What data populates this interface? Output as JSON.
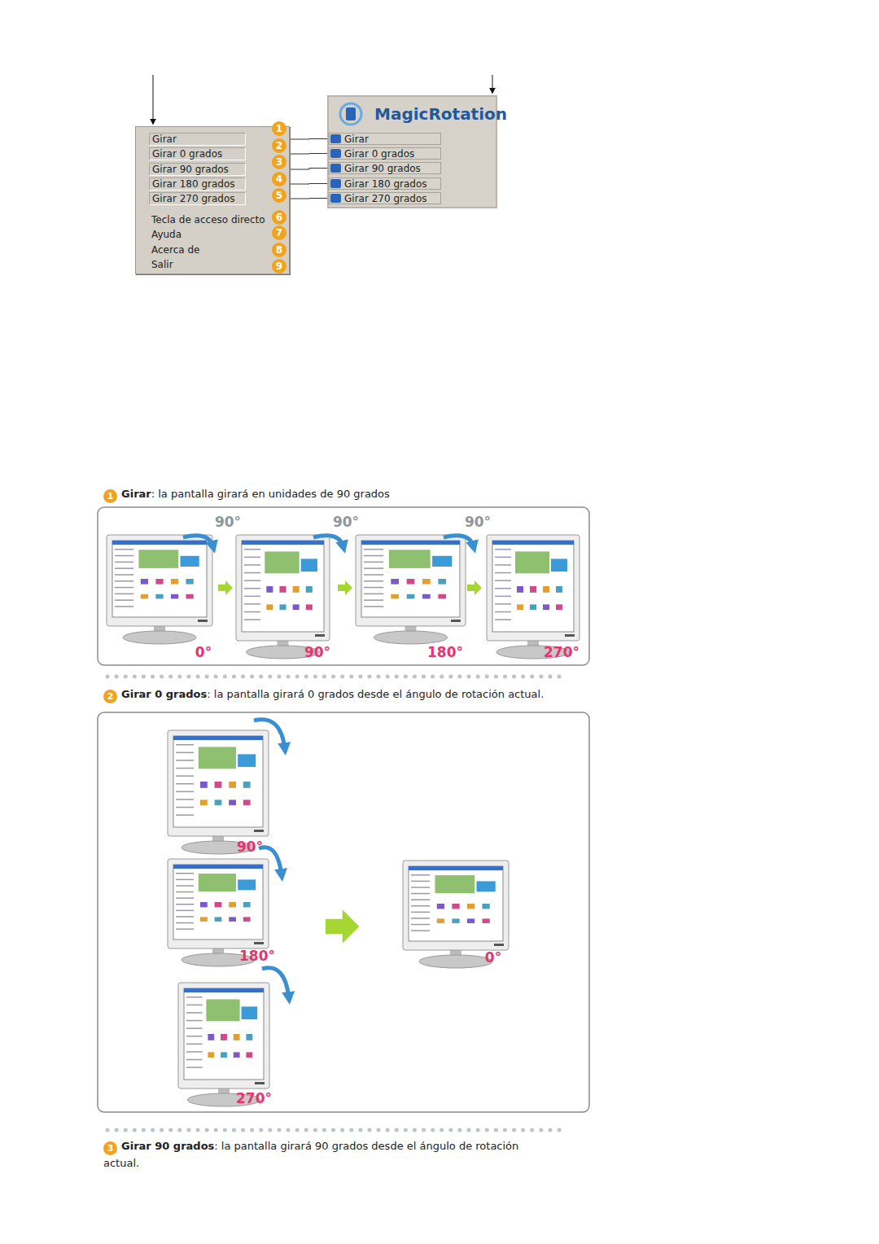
{
  "diagram": {
    "nodes": [
      {
        "text": [
          "Tecla de acceso directo",
          "Ayuda",
          "Acerca de",
          "Salir"
        ]
      },
      {
        "text": [
          "Girar"
        ],
        "in": 0
      },
      {
        "text": [
          "Girar 0 grados"
        ],
        "in": 0
      },
      {
        "text": [
          "Girar 90 grados"
        ],
        "in": 0
      },
      {
        "text": [
          "Girar 180 grados"
        ],
        "in": 0
      },
      {
        "text": [
          "Girar 270 grados"
        ],
        "in": 0
      },
      {
        "text": [
          "MagicRotation"
        ]
      },
      {
        "text": [
          "Girar"
        ],
        "in": 6
      },
      {
        "text": [
          "Girar 0 grados"
        ],
        "in": 6
      },
      {
        "text": [
          "Girar 90 grados"
        ],
        "in": 6
      },
      {
        "text": [
          "Girar 180 grados"
        ],
        "in": 6
      },
      {
        "text": [
          "Girar 270 grados"
        ],
        "in": 6
      }
    ],
    "edges": [
      {
        "from": 1,
        "to": 7,
        "arrow": "none"
      },
      {
        "from": 2,
        "to": 8,
        "arrow": "none"
      },
      {
        "from": 3,
        "to": 9,
        "arrow": "none"
      },
      {
        "from": 4,
        "to": 10,
        "arrow": "none"
      },
      {
        "from": 5,
        "to": 11,
        "arrow": "none"
      }
    ],
    "labels": [
      "1",
      "2",
      "3",
      "4",
      "5",
      "6",
      "7",
      "8",
      "9",
      "1",
      "Girar",
      ": la pantalla girará en unidades de 90 grados",
      "90°",
      "90°",
      "90°",
      "0°",
      "90°",
      "180°",
      "270°",
      "2",
      "Girar 0 grados",
      ": la pantalla girará 0 grados desde el ángulo de rotación actual.",
      "90°",
      "180°",
      "270°",
      "0°",
      "3",
      "Girar 90 grados",
      ": la pantalla girará 90 grados desde el ángulo de rotación actual."
    ]
  }
}
